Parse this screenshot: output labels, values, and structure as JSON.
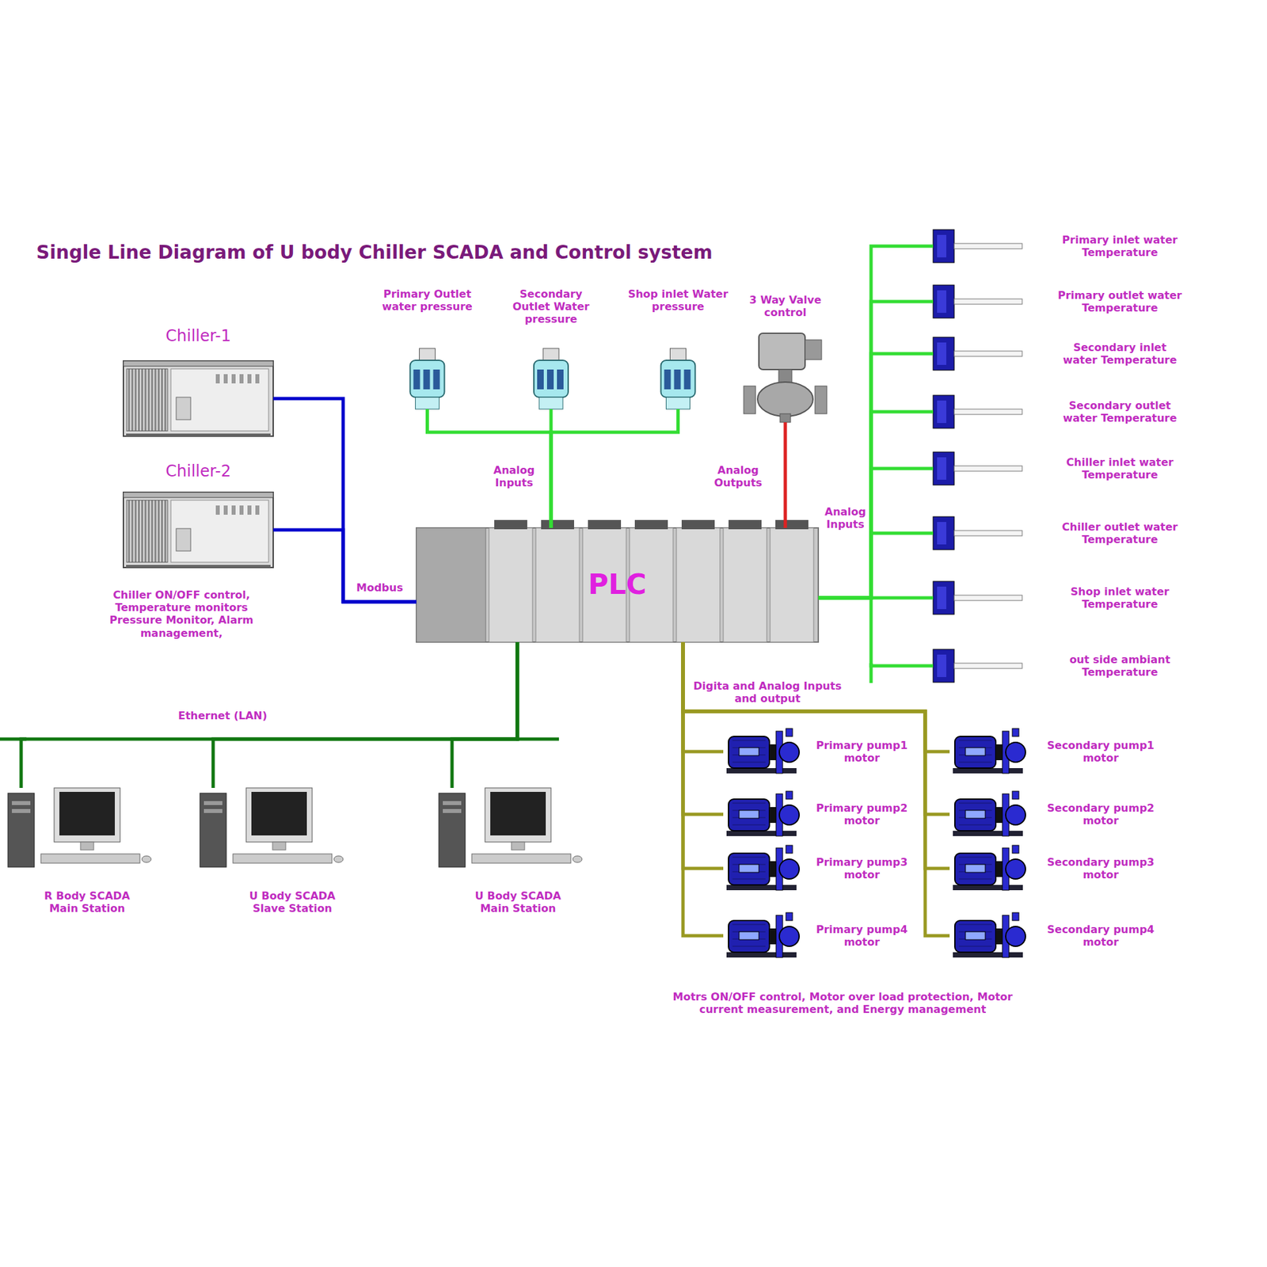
{
  "diagram": {
    "title": "Single Line Diagram of U body Chiller SCADA and Control system",
    "nodes": [
      {
        "text": [
          "Chiller-1"
        ]
      },
      {
        "text": [
          "Chiller-2"
        ]
      },
      {
        "text": [
          "Primary Outlet water pressure"
        ]
      },
      {
        "text": [
          "Secondary Outlet Water pressure"
        ]
      },
      {
        "text": [
          "Shop inlet Water pressure"
        ]
      },
      {
        "text": [
          "3 Way Valve control"
        ]
      },
      {
        "text": [
          "PLC"
        ]
      },
      {
        "text": [
          "Primary inlet water Temperature"
        ]
      },
      {
        "text": [
          "Primary outlet water Temperature"
        ]
      },
      {
        "text": [
          "Secondary inlet water Temperature"
        ]
      },
      {
        "text": [
          "Secondary outlet water Temperature"
        ]
      },
      {
        "text": [
          "Chiller inlet water Temperature"
        ]
      },
      {
        "text": [
          "Chiller outlet water Temperature"
        ]
      },
      {
        "text": [
          "Shop inlet water Temperature"
        ]
      },
      {
        "text": [
          "out side ambiant Temperature"
        ]
      },
      {
        "text": [
          "R Body SCADA Main Station"
        ]
      },
      {
        "text": [
          "U Body SCADA Slave Station"
        ]
      },
      {
        "text": [
          "U Body SCADA Main Station"
        ]
      },
      {
        "text": [
          "Primary pump1 motor"
        ]
      },
      {
        "text": [
          "Primary pump2 motor"
        ]
      },
      {
        "text": [
          "Primary pump3 motor"
        ]
      },
      {
        "text": [
          "Primary pump4 motor"
        ]
      },
      {
        "text": [
          "Secondary pump1 motor"
        ]
      },
      {
        "text": [
          "Secondary pump2 motor"
        ]
      },
      {
        "text": [
          "Secondary pump3 motor"
        ]
      },
      {
        "text": [
          "Secondary pump4 motor"
        ]
      }
    ],
    "edges": [
      {
        "from": 0,
        "to": 6,
        "arrow": "none"
      },
      {
        "from": 1,
        "to": 6,
        "arrow": "none"
      },
      {
        "from": 2,
        "to": 6,
        "arrow": "none"
      },
      {
        "from": 3,
        "to": 6,
        "arrow": "none"
      },
      {
        "from": 4,
        "to": 6,
        "arrow": "none"
      },
      {
        "from": 6,
        "to": 5,
        "arrow": "none"
      },
      {
        "from": 6,
        "to": 7,
        "arrow": "none"
      },
      {
        "from": 6,
        "to": 8,
        "arrow": "none"
      },
      {
        "from": 6,
        "to": 9,
        "arrow": "none"
      },
      {
        "from": 6,
        "to": 10,
        "arrow": "none"
      },
      {
        "from": 6,
        "to": 11,
        "arrow": "none"
      },
      {
        "from": 6,
        "to": 12,
        "arrow": "none"
      },
      {
        "from": 6,
        "to": 13,
        "arrow": "none"
      },
      {
        "from": 6,
        "to": 14,
        "arrow": "none"
      },
      {
        "from": 6,
        "to": 15,
        "arrow": "none"
      },
      {
        "from": 6,
        "to": 16,
        "arrow": "none"
      },
      {
        "from": 6,
        "to": 17,
        "arrow": "none"
      },
      {
        "from": 6,
        "to": 18,
        "arrow": "none"
      },
      {
        "from": 6,
        "to": 19,
        "arrow": "none"
      },
      {
        "from": 6,
        "to": 20,
        "arrow": "none"
      },
      {
        "from": 6,
        "to": 21,
        "arrow": "none"
      },
      {
        "from": 6,
        "to": 22,
        "arrow": "none"
      },
      {
        "from": 6,
        "to": 23,
        "arrow": "none"
      },
      {
        "from": 6,
        "to": 24,
        "arrow": "none"
      },
      {
        "from": 6,
        "to": 25,
        "arrow": "none"
      }
    ],
    "labels": [
      "Chiller ON/OFF control, Temperature monitors Pressure Monitor, Alarm management,",
      "Modbus",
      "Analog Inputs",
      "Analog Outputs",
      "Analog Inputs",
      "Ethernet (LAN)",
      "Digita and Analog Inputs and output",
      "Motrs ON/OFF control, Motor over load protection, Motor current measurement, and Energy management"
    ]
  }
}
